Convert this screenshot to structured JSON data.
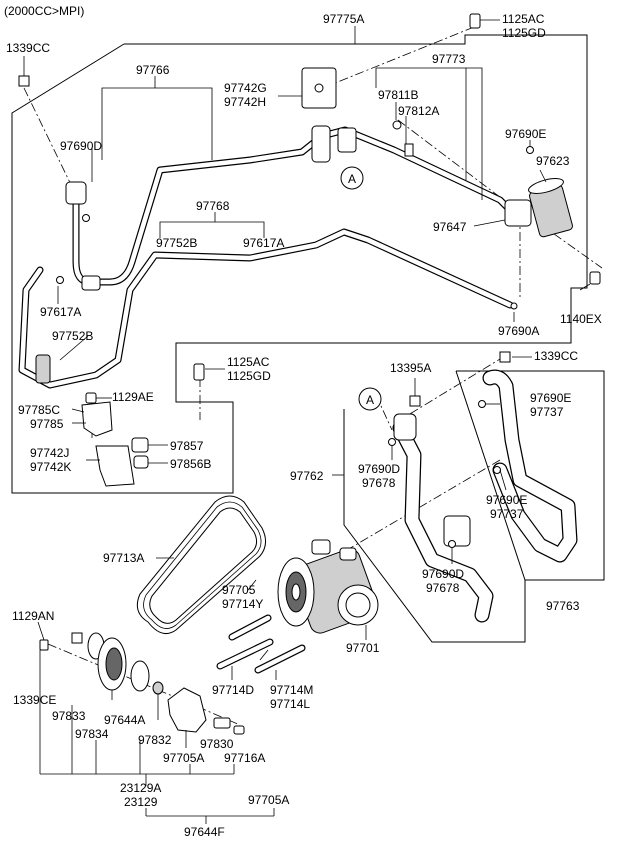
{
  "header": {
    "variant": "(2000CC>MPI)"
  },
  "callout_letter": "A",
  "labels": {
    "p97775A": "97775A",
    "p1125AC_top": "1125AC",
    "p1125GD_top": "1125GD",
    "p1339CC_left": "1339CC",
    "p97766": "97766",
    "p97742G": "97742G",
    "p97742H": "97742H",
    "p97773": "97773",
    "p97811B": "97811B",
    "p97812A": "97812A",
    "p97690D_left": "97690D",
    "p97690E_top": "97690E",
    "p97623": "97623",
    "p97768": "97768",
    "p97752B_mid": "97752B",
    "p97617A_mid": "97617A",
    "p97647": "97647",
    "p97617A_left": "97617A",
    "p1140EX": "1140EX",
    "p97690A": "97690A",
    "p97752B_left": "97752B",
    "p1125AC_mid": "1125AC",
    "p1125GD_mid": "1125GD",
    "p13395A": "13395A",
    "p1339CC_right": "1339CC",
    "p1129AE": "1129AE",
    "p97785C": "97785C",
    "p97785": "97785",
    "p97690E_r1": "97690E",
    "p97737_r1": "97737",
    "p97742J": "97742J",
    "p97742K": "97742K",
    "p97857": "97857",
    "p97856B": "97856B",
    "p97762": "97762",
    "p97690D_mid": "97690D",
    "p97678_mid": "97678",
    "p97690E_r2": "97690E",
    "p97737_r2": "97737",
    "p97713A": "97713A",
    "p97690D_low": "97690D",
    "p97678_low": "97678",
    "p97705": "97705",
    "p97714Y": "97714Y",
    "p97763": "97763",
    "p1129AN": "1129AN",
    "p97701": "97701",
    "p97714D": "97714D",
    "p97714M": "97714M",
    "p97714L": "97714L",
    "p1339CE": "1339CE",
    "p97833": "97833",
    "p97644A": "97644A",
    "p97834": "97834",
    "p97832": "97832",
    "p97830": "97830",
    "p97705A_low": "97705A",
    "p97716A": "97716A",
    "p23129A": "23129A",
    "p23129": "23129",
    "p97705A_bottom": "97705A",
    "p97644F": "97644F"
  }
}
